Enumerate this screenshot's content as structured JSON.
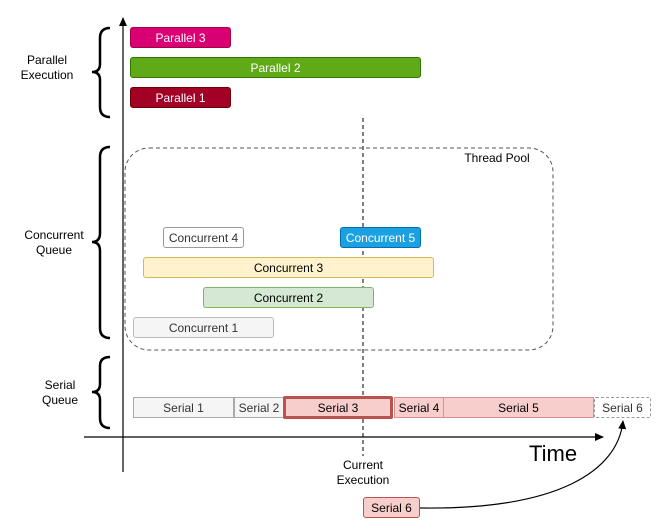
{
  "labels": {
    "parallel": "Parallel\nExecution",
    "concurrent": "Concurrent\nQueue",
    "serial": "Serial\nQueue",
    "thread_pool": "Thread Pool",
    "time": "Time",
    "current": "Current\nExecution"
  },
  "parallel": {
    "p3": "Parallel 3",
    "p2": "Parallel 2",
    "p1": "Parallel 1"
  },
  "concurrent": {
    "c4": "Concurrent 4",
    "c5": "Concurrent 5",
    "c3": "Concurrent 3",
    "c2": "Concurrent 2",
    "c1": "Concurrent 1"
  },
  "serial": {
    "s1": "Serial 1",
    "s2": "Serial 2",
    "s3": "Serial 3",
    "s4": "Serial 4",
    "s5": "Serial 5",
    "s6": "Serial 6",
    "waiting": "Serial 6"
  },
  "colors": {
    "parallel_3": "#d80073",
    "parallel_2": "#60a917",
    "parallel_1": "#a20025",
    "concurrent_5": "#1ba1e2",
    "current_serial_border": "#b85450"
  }
}
